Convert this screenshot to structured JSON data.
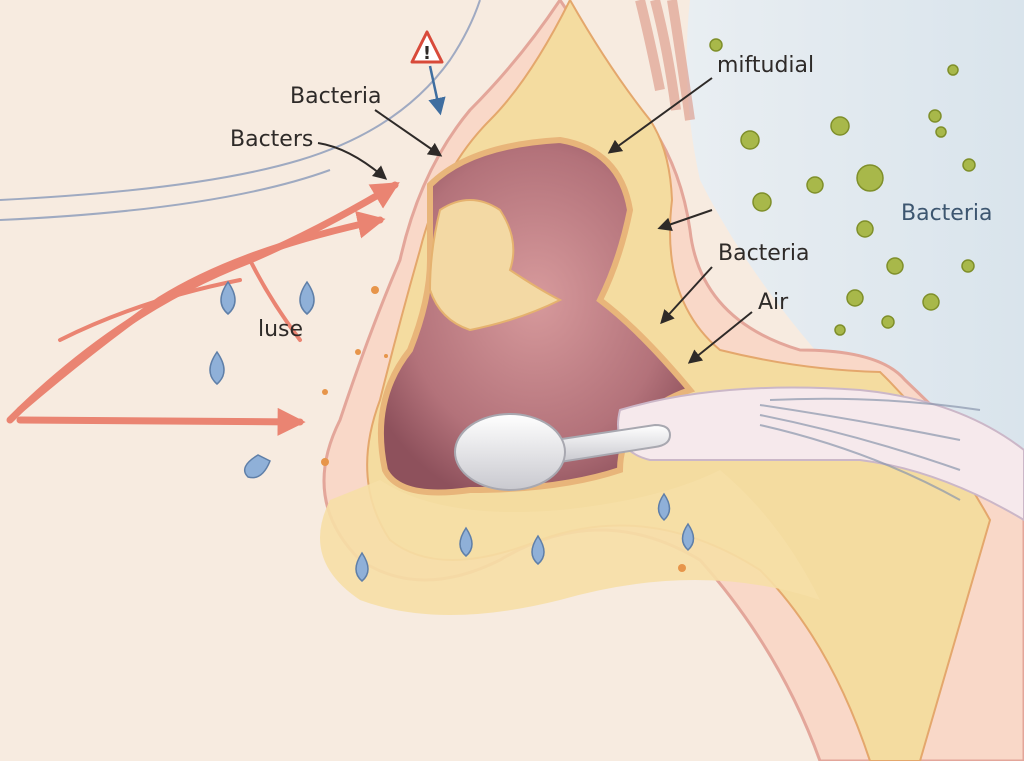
{
  "labels": {
    "bacteria_top": "Bacteria",
    "bacters": "Bacters",
    "miftudial": "miftudial",
    "bacteria_right": "Bacteria",
    "bacteria_mid": "Bacteria",
    "air": "Air",
    "luse": "luse",
    "warning_mark": "!"
  },
  "icons": [
    "warning-triangle-icon",
    "water-drop-icon",
    "bacteria-icon",
    "arrow-icon",
    "earbud-icon"
  ],
  "colors": {
    "skin_background": "#f7ebe0",
    "outer_air": "#e2eaf0",
    "canal_inner": "#b9787e",
    "tissue_yellow": "#f4dca0",
    "blood_red_arrows": "#e8735f",
    "water_drops": "#8fb0d8",
    "bacteria_green": "#a8b84a",
    "warning_red": "#d84a3a"
  }
}
